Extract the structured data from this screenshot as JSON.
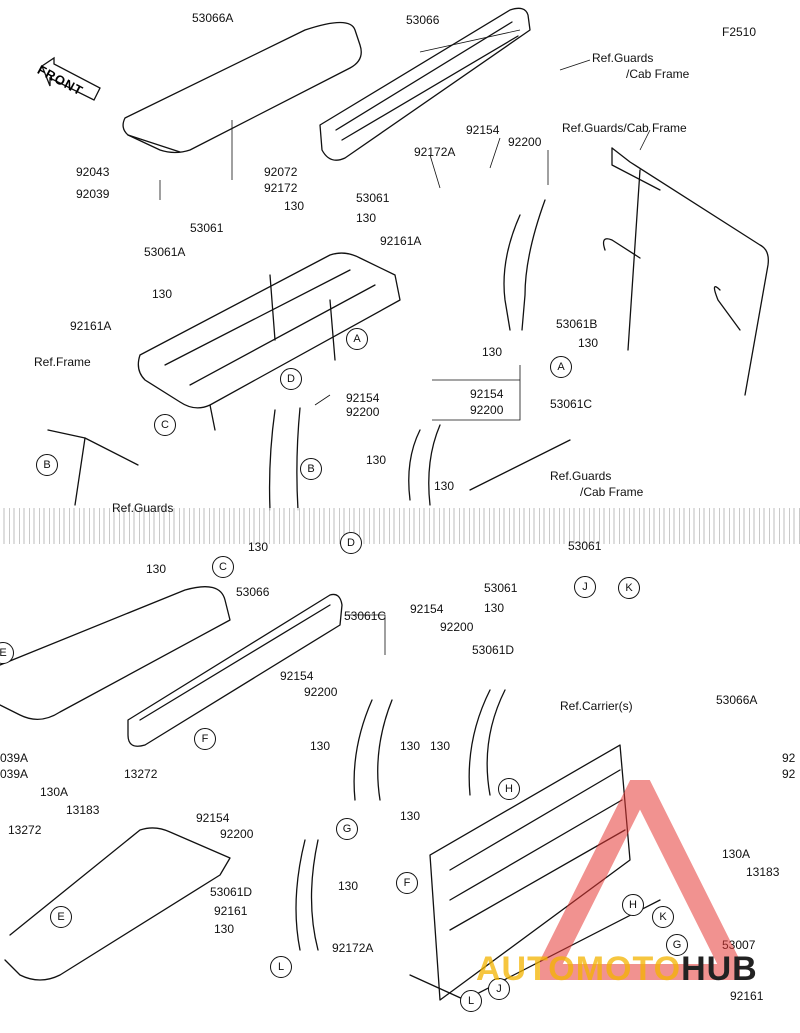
{
  "figure_code": "F2510",
  "front_label": "FRONT",
  "watermark": {
    "part1": "AUTOMOTO",
    "part2": "HUB"
  },
  "labels": {
    "p53066A_top": "53066A",
    "p53066_top": "53066",
    "ref_guards_cab_1": "Ref.Guards",
    "ref_guards_cab_1b": "/Cab Frame",
    "ref_guards_cab_2": "Ref.Guards/Cab Frame",
    "p92154_a": "92154",
    "p92200_a": "92200",
    "p92172A_a": "92172A",
    "p92043": "92043",
    "p92039": "92039",
    "p92072": "92072",
    "p92172": "92172",
    "p53061_a": "53061",
    "p53061_b": "53061",
    "p130_a": "130",
    "p130_b": "130",
    "p92161A_a": "92161A",
    "p53061A": "53061A",
    "p130_c": "130",
    "p92161A_b": "92161A",
    "ref_frame": "Ref.Frame",
    "p53061B": "53061B",
    "p130_d": "130",
    "p130_e": "130",
    "p92154_b": "92154",
    "p92200_b": "92200",
    "p53061C_a": "53061C",
    "p92154_c": "92154",
    "p92200_c": "92200",
    "p130_f": "130",
    "p130_g": "130",
    "ref_guards_cab_3": "Ref.Guards",
    "ref_guards_cab_3b": "/Cab Frame",
    "ref_guards": "Ref.Guards",
    "p130_h": "130",
    "p130_i": "130",
    "p53061_c": "53061",
    "p53061_d": "53061",
    "p130_j": "130",
    "p53066_bot": "53066",
    "p53061C_b": "53061C",
    "p92154_d": "92154",
    "p92200_d": "92200",
    "p53061D_a": "53061D",
    "p92154_e": "92154",
    "p92200_e": "92200",
    "ref_carriers": "Ref.Carrier(s)",
    "p53066A_bot": "53066A",
    "p92039A_a": "039A",
    "p92039A_b": "039A",
    "p130_k": "130",
    "p130_l": "130",
    "p130_m": "130",
    "p130_n": "130",
    "p13272_a": "13272",
    "p130A_a": "130A",
    "p13183_a": "13183",
    "p13272_b": "13272",
    "p92154_f": "92154",
    "p92200_f": "92200",
    "p53061D_b": "53061D",
    "p130_o": "130",
    "p130_p": "130",
    "p92172A_b": "92172A",
    "p92161": "92161",
    "p130A_b": "130A",
    "p13183_b": "13183",
    "p53007": "53007",
    "p92161_b": "92161",
    "p92_r1": "92",
    "p92_r2": "92"
  },
  "callouts": [
    "A",
    "A",
    "B",
    "B",
    "C",
    "C",
    "D",
    "D",
    "E",
    "E",
    "F",
    "F",
    "G",
    "G",
    "H",
    "H",
    "J",
    "J",
    "K",
    "K",
    "L",
    "L"
  ]
}
